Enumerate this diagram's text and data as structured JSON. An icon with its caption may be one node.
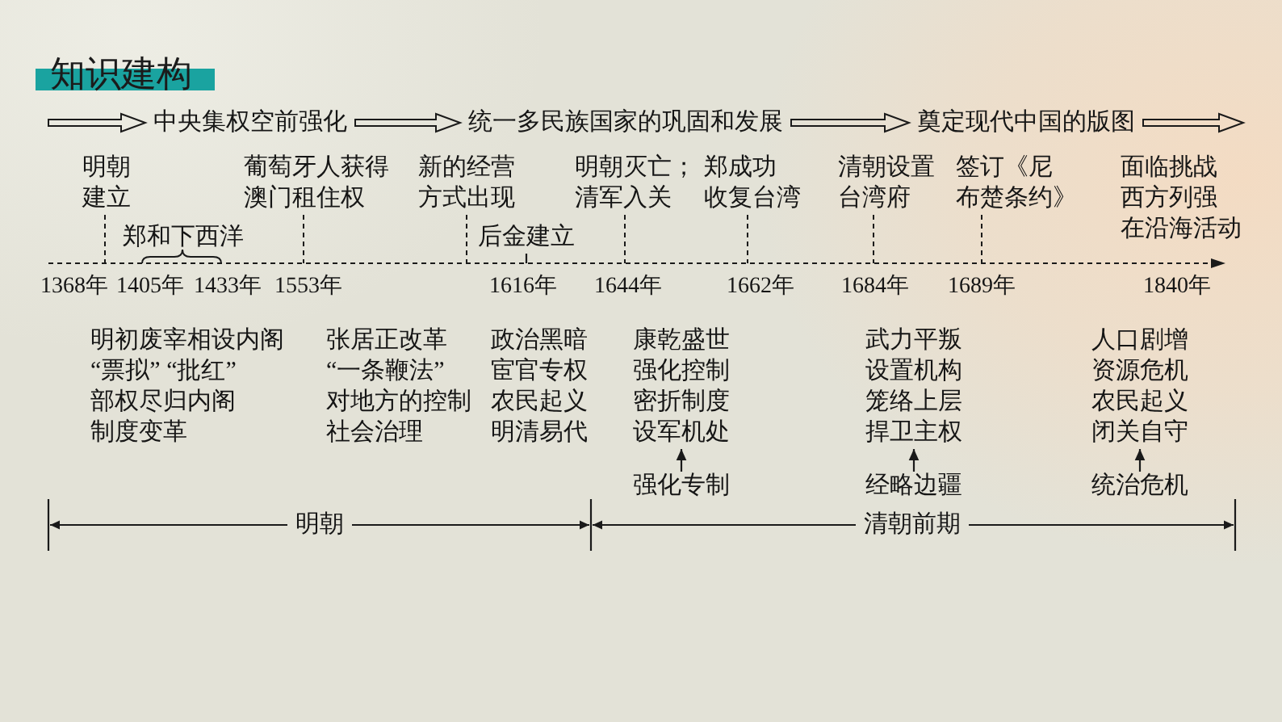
{
  "diagram": {
    "title": "知识建构",
    "nodes": [
      {
        "text": [
          "中央集权空前强化"
        ]
      },
      {
        "text": [
          "统一多民族国家的巩固和发展"
        ]
      },
      {
        "text": [
          "奠定现代中国的版图"
        ]
      },
      {
        "text": [
          "明朝建立"
        ]
      },
      {
        "text": [
          "葡萄牙人获得澳门租住权"
        ]
      },
      {
        "text": [
          "新的经营方式出现"
        ]
      },
      {
        "text": [
          "明朝灭亡；清军入关"
        ]
      },
      {
        "text": [
          "郑成功收复台湾"
        ]
      },
      {
        "text": [
          "清朝设置台湾府"
        ]
      },
      {
        "text": [
          "签订《尼布楚条约》"
        ]
      },
      {
        "text": [
          "后金建立"
        ]
      },
      {
        "text": [],
        "shape": "arrow"
      },
      {
        "text": [
          "康乾盛世",
          "强化控制",
          "密折制度",
          "设军机处"
        ]
      },
      {
        "text": [
          "武力平叛",
          "设置机构",
          "笼络上层",
          "捍卫主权"
        ]
      },
      {
        "text": [
          "人口剧增",
          "资源危机",
          "农民起义",
          "闭关自守"
        ]
      },
      {
        "text": [
          "强化专制"
        ]
      },
      {
        "text": [
          "经略边疆"
        ]
      },
      {
        "text": [
          "统治危机"
        ]
      }
    ],
    "edges": [
      {
        "from": null,
        "to": 0,
        "arrow": "to",
        "style": "thick"
      },
      {
        "from": 0,
        "to": 1,
        "arrow": "to",
        "style": "thick"
      },
      {
        "from": 1,
        "to": 2,
        "arrow": "to",
        "style": "thick"
      },
      {
        "from": 2,
        "to": null,
        "arrow": "to",
        "style": "thick"
      },
      {
        "from": 3,
        "to": 11,
        "arrow": "none",
        "style": "dashed"
      },
      {
        "from": 4,
        "to": 11,
        "arrow": "none",
        "style": "dashed"
      },
      {
        "from": 5,
        "to": 11,
        "arrow": "none",
        "style": "dashed"
      },
      {
        "from": 6,
        "to": 11,
        "arrow": "none",
        "style": "dashed"
      },
      {
        "from": 7,
        "to": 11,
        "arrow": "none",
        "style": "dashed"
      },
      {
        "from": 8,
        "to": 11,
        "arrow": "none",
        "style": "dashed"
      },
      {
        "from": 9,
        "to": 11,
        "arrow": "none",
        "style": "dashed"
      },
      {
        "from": 10,
        "to": 11,
        "arrow": "none"
      },
      {
        "from": 15,
        "to": 12,
        "arrow": "to"
      },
      {
        "from": 16,
        "to": 13,
        "arrow": "to"
      },
      {
        "from": 17,
        "to": 14,
        "arrow": "to"
      }
    ],
    "labels": [
      "面临挑战西方列强在沿海活动",
      "郑和下西洋",
      "1368年",
      "1405年",
      "1433年",
      "1553年",
      "1616年",
      "1644年",
      "1662年",
      "1684年",
      "1689年",
      "1840年",
      "明初废宰相设内阁",
      "“票拟” “批红”",
      "部权尽归内阁",
      "制度变革",
      "张居正改革",
      "“一条鞭法”",
      "对地方的控制",
      "社会治理",
      "政治黑暗",
      "宦官专权",
      "农民起义",
      "明清易代",
      "明朝",
      "清朝前期"
    ]
  }
}
